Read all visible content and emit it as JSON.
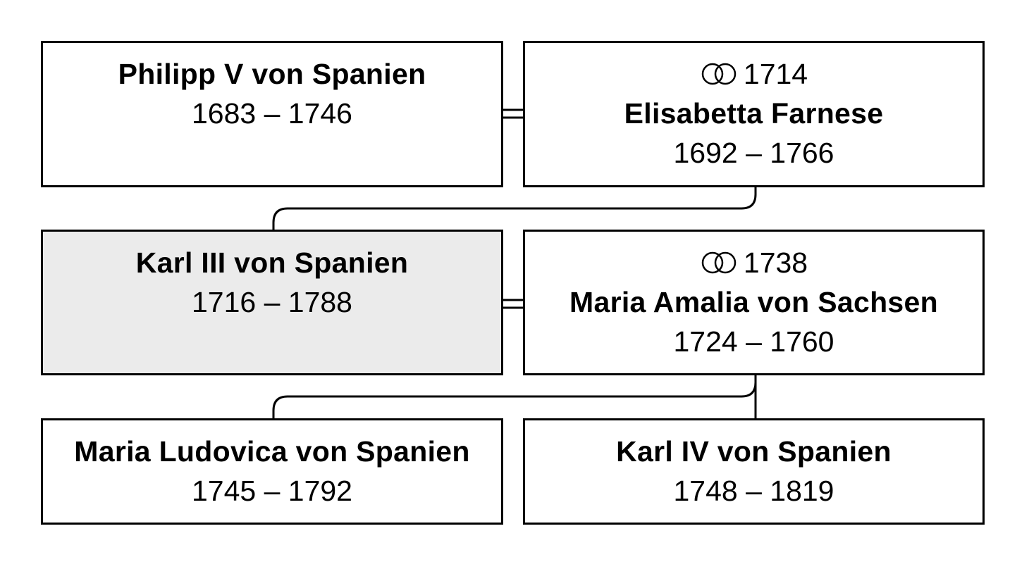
{
  "generations": [
    {
      "person": {
        "name": "Philipp V von Spanien",
        "dates": "1683 – 1746"
      },
      "spouse": {
        "marriage_year": "1714",
        "name": "Elisabetta Farnese",
        "dates": "1692 – 1766"
      }
    },
    {
      "person": {
        "name": "Karl III von Spanien",
        "dates": "1716 – 1788"
      },
      "spouse": {
        "marriage_year": "1738",
        "name": "Maria Amalia von Sachsen",
        "dates": "1724 – 1760"
      }
    }
  ],
  "children": [
    {
      "name": "Maria Ludovica von Spanien",
      "dates": "1745 – 1792"
    },
    {
      "name": "Karl IV von Spanien",
      "dates": "1748 – 1819"
    }
  ],
  "marriage_icon": "interlocked-rings-icon",
  "colors": {
    "border": "#000000",
    "highlight_fill": "#ebebeb",
    "box_fill": "#ffffff"
  }
}
